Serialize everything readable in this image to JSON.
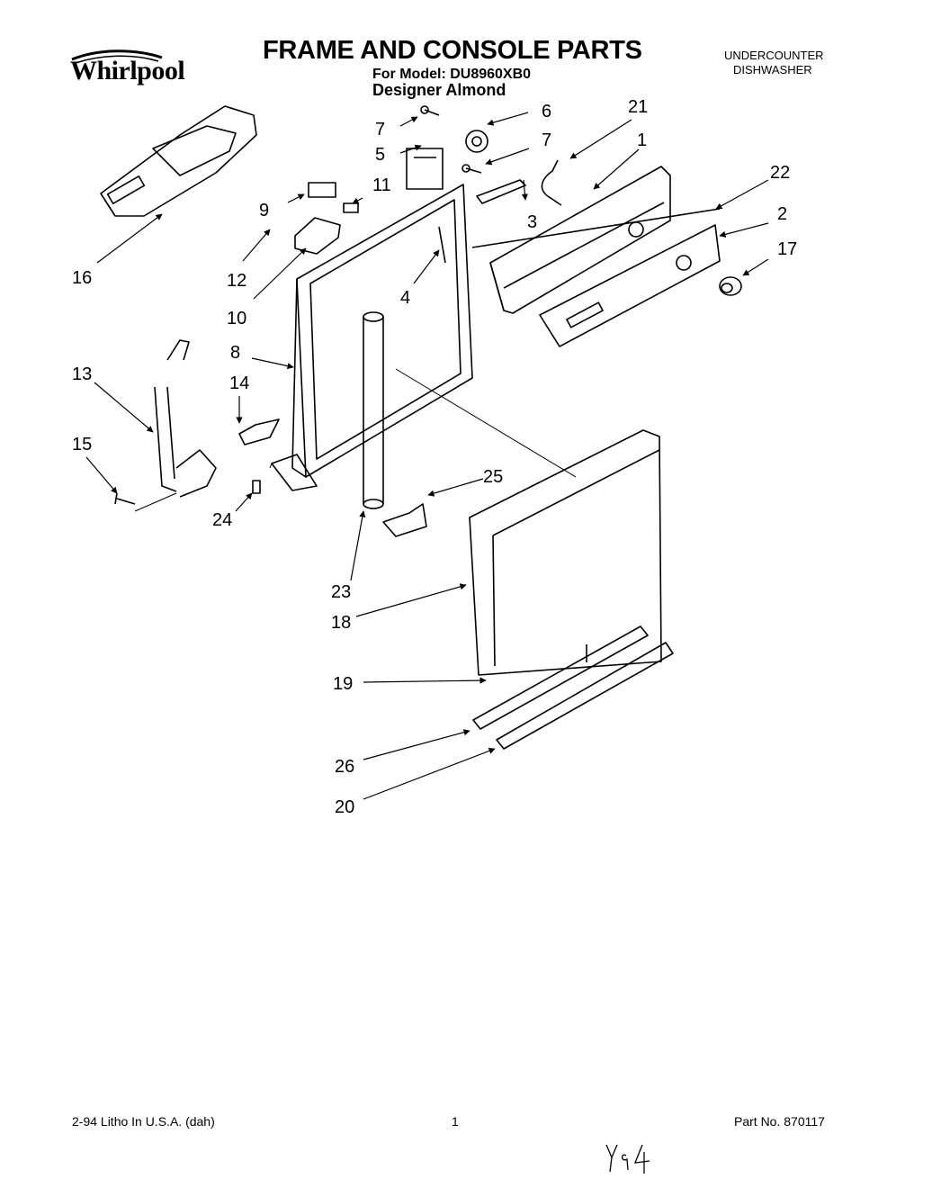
{
  "header": {
    "brand": "Whirlpool",
    "title": "FRAME AND CONSOLE PARTS",
    "model_line": "For Model: DU8960XB0",
    "color_line": "Designer Almond",
    "appliance_line1": "UNDERCOUNTER",
    "appliance_line2": "DISHWASHER"
  },
  "callouts": [
    "1",
    "2",
    "3",
    "4",
    "5",
    "6",
    "7",
    "7",
    "8",
    "9",
    "10",
    "11",
    "12",
    "13",
    "14",
    "15",
    "16",
    "17",
    "18",
    "19",
    "20",
    "21",
    "22",
    "23",
    "24",
    "25",
    "26"
  ],
  "footer": {
    "litho": "2-94 Litho In U.S.A. (dah)",
    "page": "1",
    "part_no": "Part No. 870117",
    "handwriting": "Y94"
  }
}
